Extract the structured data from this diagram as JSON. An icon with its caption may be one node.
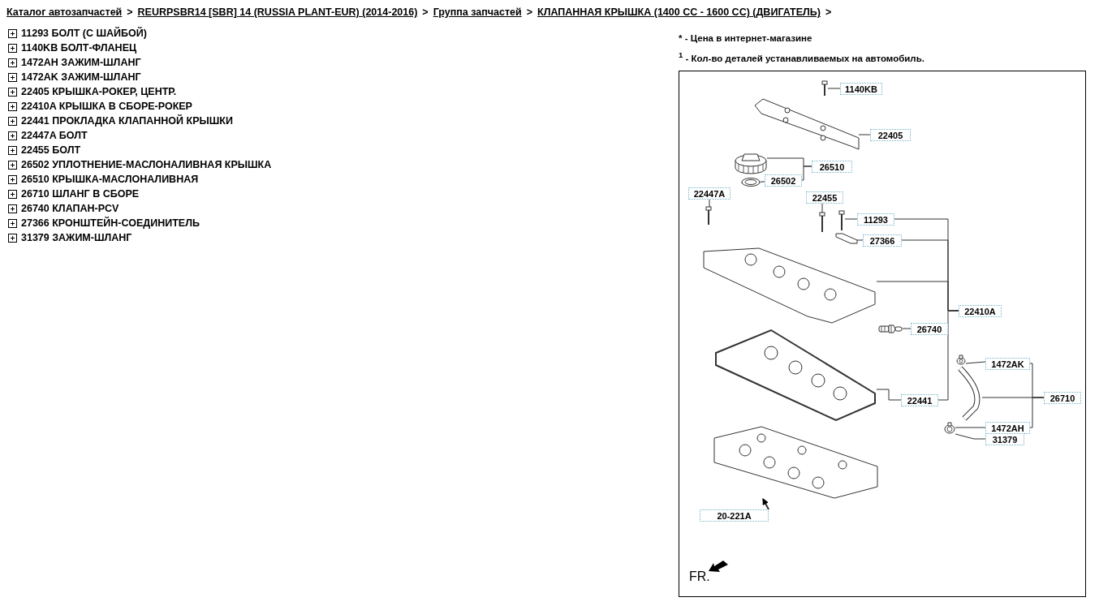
{
  "diagram": {
    "nodes": [
      {
        "text": [
          "1140KB"
        ]
      },
      {
        "text": [],
        "shape": "picture"
      },
      {
        "text": [
          "22405"
        ]
      },
      {
        "text": [],
        "shape": "picture"
      },
      {
        "text": [
          "26510"
        ]
      },
      {
        "text": [],
        "shape": "picture"
      },
      {
        "text": [
          "26502"
        ]
      },
      {
        "text": [],
        "shape": "picture"
      },
      {
        "text": [
          "22447A"
        ]
      },
      {
        "text": [],
        "shape": "picture"
      },
      {
        "text": [
          "22455"
        ]
      },
      {
        "text": [],
        "shape": "picture"
      },
      {
        "text": [
          "11293"
        ]
      },
      {
        "text": [],
        "shape": "picture"
      },
      {
        "text": [
          "27366"
        ]
      },
      {
        "text": [],
        "shape": "picture"
      },
      {
        "text": [
          "22410A"
        ]
      },
      {
        "text": [],
        "shape": "picture"
      },
      {
        "text": [
          "26740"
        ]
      },
      {
        "text": [],
        "shape": "picture"
      },
      {
        "text": [
          "22441"
        ]
      },
      {
        "text": [],
        "shape": "picture"
      },
      {
        "text": [
          "1472AK"
        ]
      },
      {
        "text": [],
        "shape": "picture"
      },
      {
        "text": [
          "26710"
        ]
      },
      {
        "text": [],
        "shape": "picture"
      },
      {
        "text": [
          "1472AH"
        ]
      },
      {
        "text": [
          "31379"
        ]
      },
      {
        "text": [],
        "shape": "picture"
      },
      {
        "text": [
          "20-221A"
        ]
      },
      {
        "text": [],
        "shape": "picture"
      }
    ],
    "edges": [
      {
        "from": 0,
        "to": 1,
        "arrow": "none"
      },
      {
        "from": 2,
        "to": 3,
        "arrow": "none"
      },
      {
        "from": 4,
        "to": 5,
        "arrow": "none"
      },
      {
        "from": 4,
        "to": 6,
        "arrow": "none"
      },
      {
        "from": 6,
        "to": 7,
        "arrow": "none"
      },
      {
        "from": 8,
        "to": 9,
        "arrow": "none"
      },
      {
        "from": 10,
        "to": 11,
        "arrow": "none"
      },
      {
        "from": 12,
        "to": 13,
        "arrow": "none"
      },
      {
        "from": 14,
        "to": 15,
        "arrow": "none"
      },
      {
        "from": 16,
        "to": 12,
        "arrow": "none"
      },
      {
        "from": 16,
        "to": 14,
        "arrow": "none"
      },
      {
        "from": 16,
        "to": 17,
        "arrow": "none"
      },
      {
        "from": 16,
        "to": 20,
        "arrow": "none"
      },
      {
        "from": 18,
        "to": 19,
        "arrow": "none"
      },
      {
        "from": 20,
        "to": 21,
        "arrow": "none"
      },
      {
        "from": 22,
        "to": 23,
        "arrow": "none"
      },
      {
        "from": 24,
        "to": 25,
        "arrow": "none"
      },
      {
        "from": 24,
        "to": 22,
        "arrow": "none"
      },
      {
        "from": 24,
        "to": 26,
        "arrow": "none"
      },
      {
        "from": 26,
        "to": 28,
        "arrow": "none"
      },
      {
        "from": 27,
        "to": 28,
        "arrow": "none"
      },
      {
        "from": 29,
        "to": 30,
        "arrow": "to"
      }
    ],
    "labels": [
      "Каталог автозапчастей",
      ">",
      "REURPSBR14 [SBR] 14 (RUSSIA PLANT-EUR) (2014-2016)",
      ">",
      "Группа запчастей",
      ">",
      "КЛАПАННАЯ КРЫШКА (1400 CC - 1600 CC) (ДВИГАТЕЛЬ)",
      ">",
      "11293 БОЛТ (С ШАЙБОЙ)",
      "1140KB БОЛТ-ФЛАНЕЦ",
      "1472AH ЗАЖИМ-ШЛАНГ",
      "1472AK ЗАЖИМ-ШЛАНГ",
      "22405 КРЫШКА-РОКЕР, ЦЕНТР.",
      "22410A КРЫШКА В СБОРЕ-РОКЕР",
      "22441 ПРОКЛАДКА КЛАПАННОЙ КРЫШКИ",
      "22447A БОЛТ",
      "22455 БОЛТ",
      "26502 УПЛОТНЕНИЕ-МАСЛОНАЛИВНАЯ КРЫШКА",
      "26510 КРЫШКА-МАСЛОНАЛИВНАЯ",
      "26710 ШЛАНГ В СБОРЕ",
      "26740 КЛАПАН-PCV",
      "27366 КРОНШТЕЙН-СОЕДИНИТЕЛЬ",
      "31379 ЗАЖИМ-ШЛАНГ",
      "* - Цена в интернет-магазине",
      "$^{1}$ - Кол-во деталей устанавливаемых на автомобиль.",
      "FR."
    ]
  }
}
